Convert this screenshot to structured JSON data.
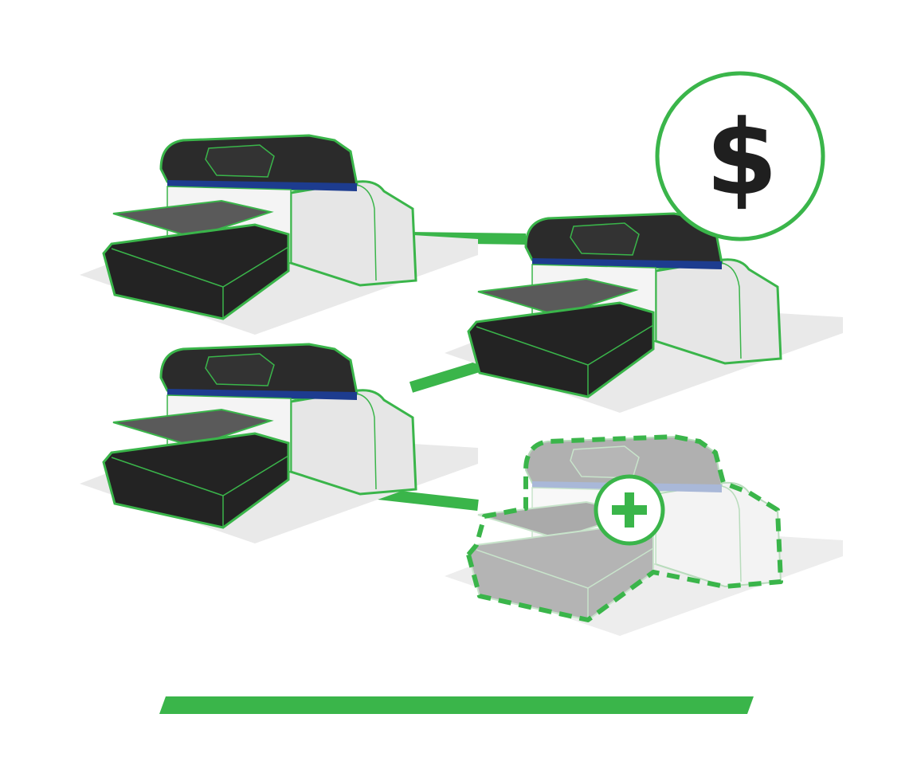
{
  "colors": {
    "accent": "#3ab54a",
    "printer_body": "#e6e6e6",
    "printer_top": "#2b2b2b",
    "printer_tray": "#232323",
    "platen": "#5a5a5a",
    "stripe": "#1d3c8f",
    "shadow": "#e9e9e9",
    "ghost_body": "#f2f2f2",
    "ghost_dark": "#b5b5b5"
  },
  "icons": {
    "cost": "dollar-icon",
    "add": "plus-icon"
  },
  "cost_badge": {
    "symbol": "$"
  },
  "add_badge": {
    "symbol": "+"
  },
  "printers": [
    {
      "name": "printer-top-left",
      "state": "active"
    },
    {
      "name": "printer-right",
      "state": "active"
    },
    {
      "name": "printer-middle-left",
      "state": "active"
    },
    {
      "name": "printer-new",
      "state": "placeholder"
    }
  ]
}
